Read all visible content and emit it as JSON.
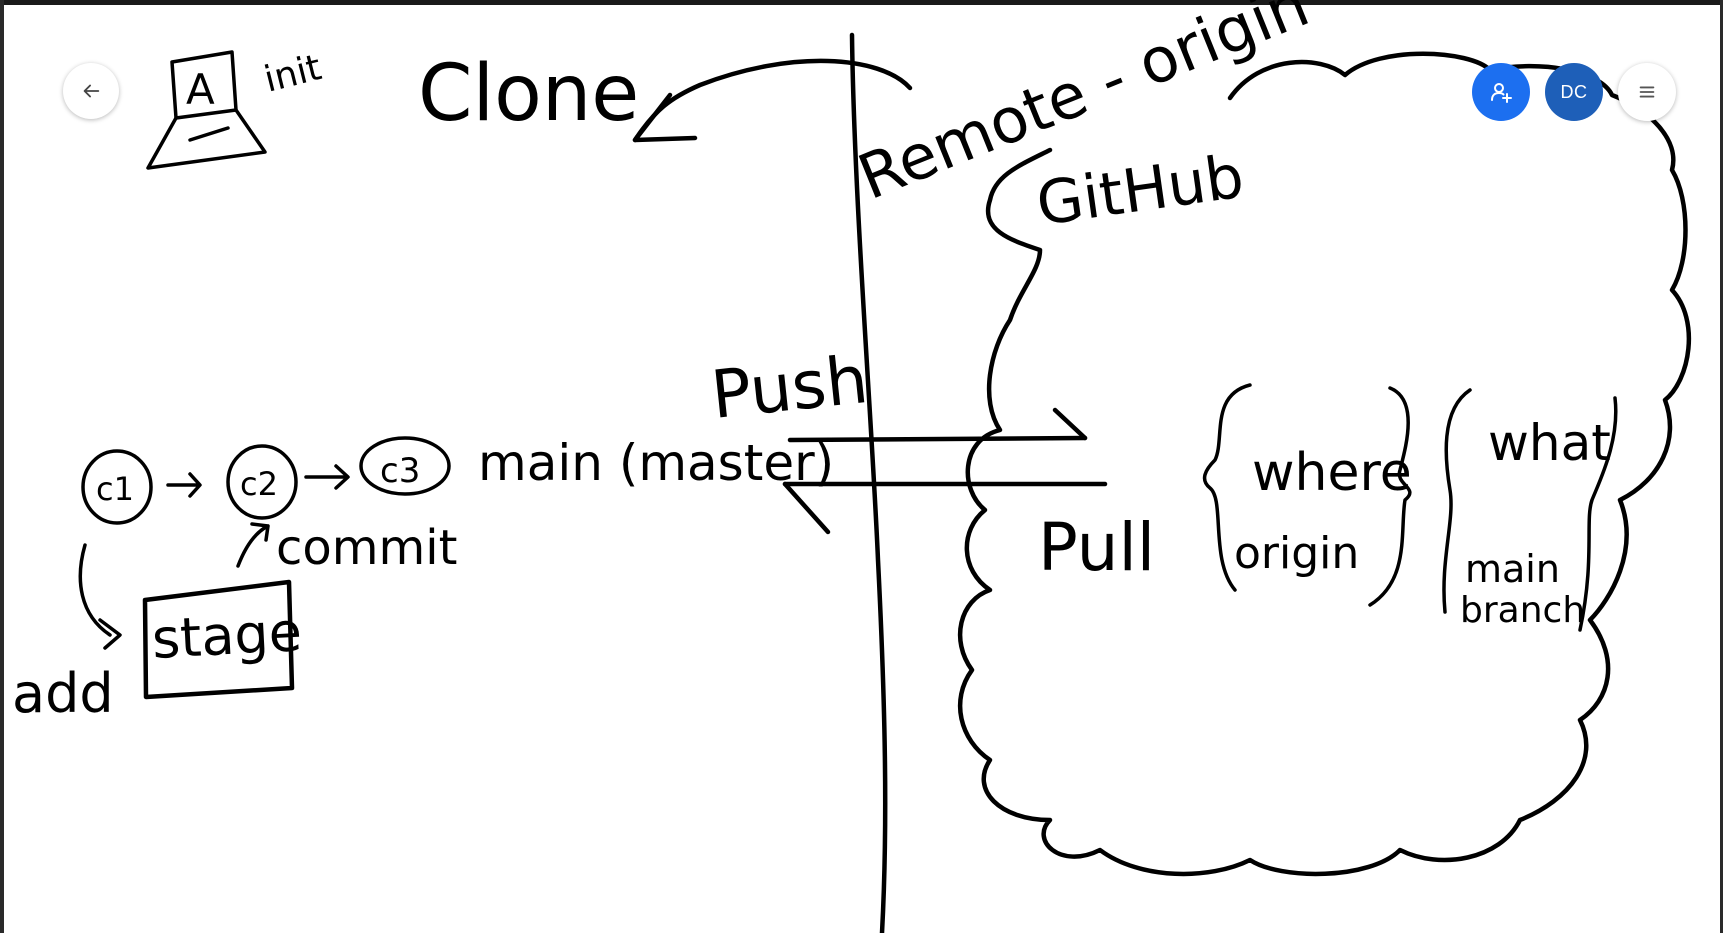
{
  "toolbar": {
    "back_icon": "arrow-left-icon",
    "user_icon": "person-add-icon",
    "user_initials": "DC",
    "menu_icon": "hamburger-menu-icon",
    "accent_color": "#1c6ff0",
    "initials_color": "#1e5fb8"
  },
  "whiteboard": {
    "init_label": "init",
    "laptop_letter": "A",
    "clone_label": "Clone",
    "remote_label": "Remote - origin",
    "github_label": "GitHub",
    "push_label": "Push",
    "pull_label": "Pull",
    "commit_c1": "c1",
    "commit_c2": "c2",
    "commit_c3": "c3",
    "branch_label": "main (master)",
    "commit_label": "commit",
    "stage_label": "stage",
    "add_label": "add",
    "where_label": "where",
    "origin_label": "origin",
    "what_label": "what",
    "main_label": "main",
    "branch_word": "branch"
  }
}
